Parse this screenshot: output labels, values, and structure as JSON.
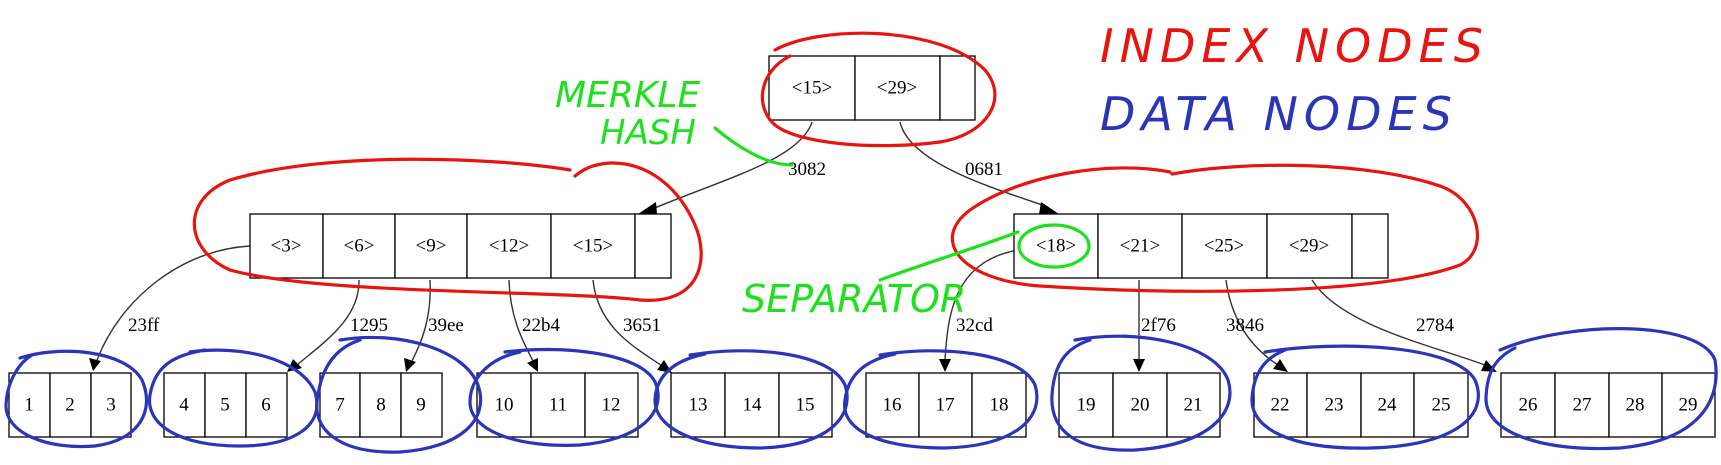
{
  "legend": {
    "index_label": "INDEX NODES",
    "data_label": "DATA NODES",
    "index_color": "#e8140f",
    "data_color": "#2a35b8"
  },
  "annotations": {
    "merkle_line1": "MERKLE",
    "merkle_line2": "HASH",
    "separator": "SEPARATOR",
    "color": "#1ee11e"
  },
  "root": {
    "keys": [
      "<15>",
      "<29>"
    ]
  },
  "left_index": {
    "keys": [
      "<3>",
      "<6>",
      "<9>",
      "<12>",
      "<15>"
    ]
  },
  "right_index": {
    "keys": [
      "<18>",
      "<21>",
      "<25>",
      "<29>"
    ]
  },
  "root_edges": {
    "left": "3082",
    "right": "0681"
  },
  "leaf_edges": [
    "23ff",
    "1295",
    "39ee",
    "22b4",
    "3651",
    "32cd",
    "2f76",
    "3846",
    "2784"
  ],
  "leaves": [
    [
      "1",
      "2",
      "3"
    ],
    [
      "4",
      "5",
      "6"
    ],
    [
      "7",
      "8",
      "9"
    ],
    [
      "10",
      "11",
      "12"
    ],
    [
      "13",
      "14",
      "15"
    ],
    [
      "16",
      "17",
      "18"
    ],
    [
      "19",
      "20",
      "21"
    ],
    [
      "22",
      "23",
      "24",
      "25"
    ],
    [
      "26",
      "27",
      "28",
      "29"
    ]
  ]
}
